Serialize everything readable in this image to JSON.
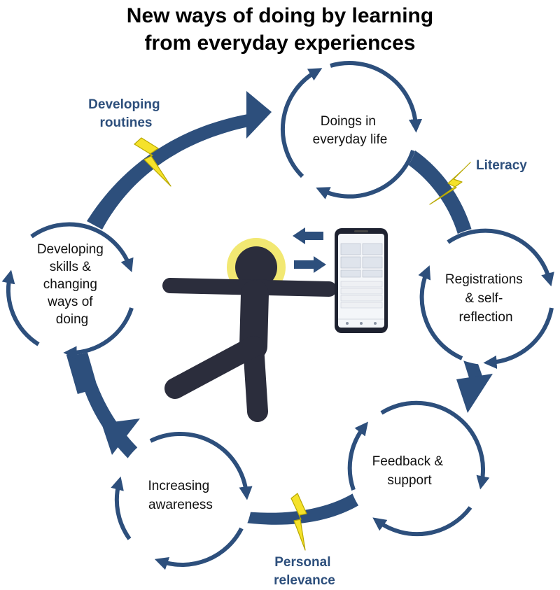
{
  "title": {
    "line1": "New ways of doing by learning",
    "line2": "from everyday experiences"
  },
  "nodes": [
    {
      "id": "doings",
      "lines": [
        "Doings in",
        "everyday life"
      ]
    },
    {
      "id": "registrations",
      "lines": [
        "Registrations",
        "& self-",
        "reflection"
      ]
    },
    {
      "id": "feedback",
      "lines": [
        "Feedback &",
        "support"
      ]
    },
    {
      "id": "awareness",
      "lines": [
        "Increasing",
        "awareness"
      ]
    },
    {
      "id": "skills",
      "lines": [
        "Developing",
        "skills &",
        "changing",
        "ways of",
        "doing"
      ]
    }
  ],
  "side_labels": {
    "literacy": [
      "Literacy"
    ],
    "personal_relevance": [
      "Personal",
      "relevance"
    ],
    "developing_routines": [
      "Developing",
      "routines"
    ]
  },
  "colors": {
    "primary": "#2d4f7c",
    "lightning": "#f5e22a",
    "lightning_outline": "#b8a800",
    "figure": "#2b2d3c",
    "figure_glow": "#f0e45a"
  },
  "icons": [
    "lightning-bolt-icon",
    "person-figure-icon",
    "smartphone-icon",
    "arrow-left-icon",
    "arrow-right-icon"
  ]
}
